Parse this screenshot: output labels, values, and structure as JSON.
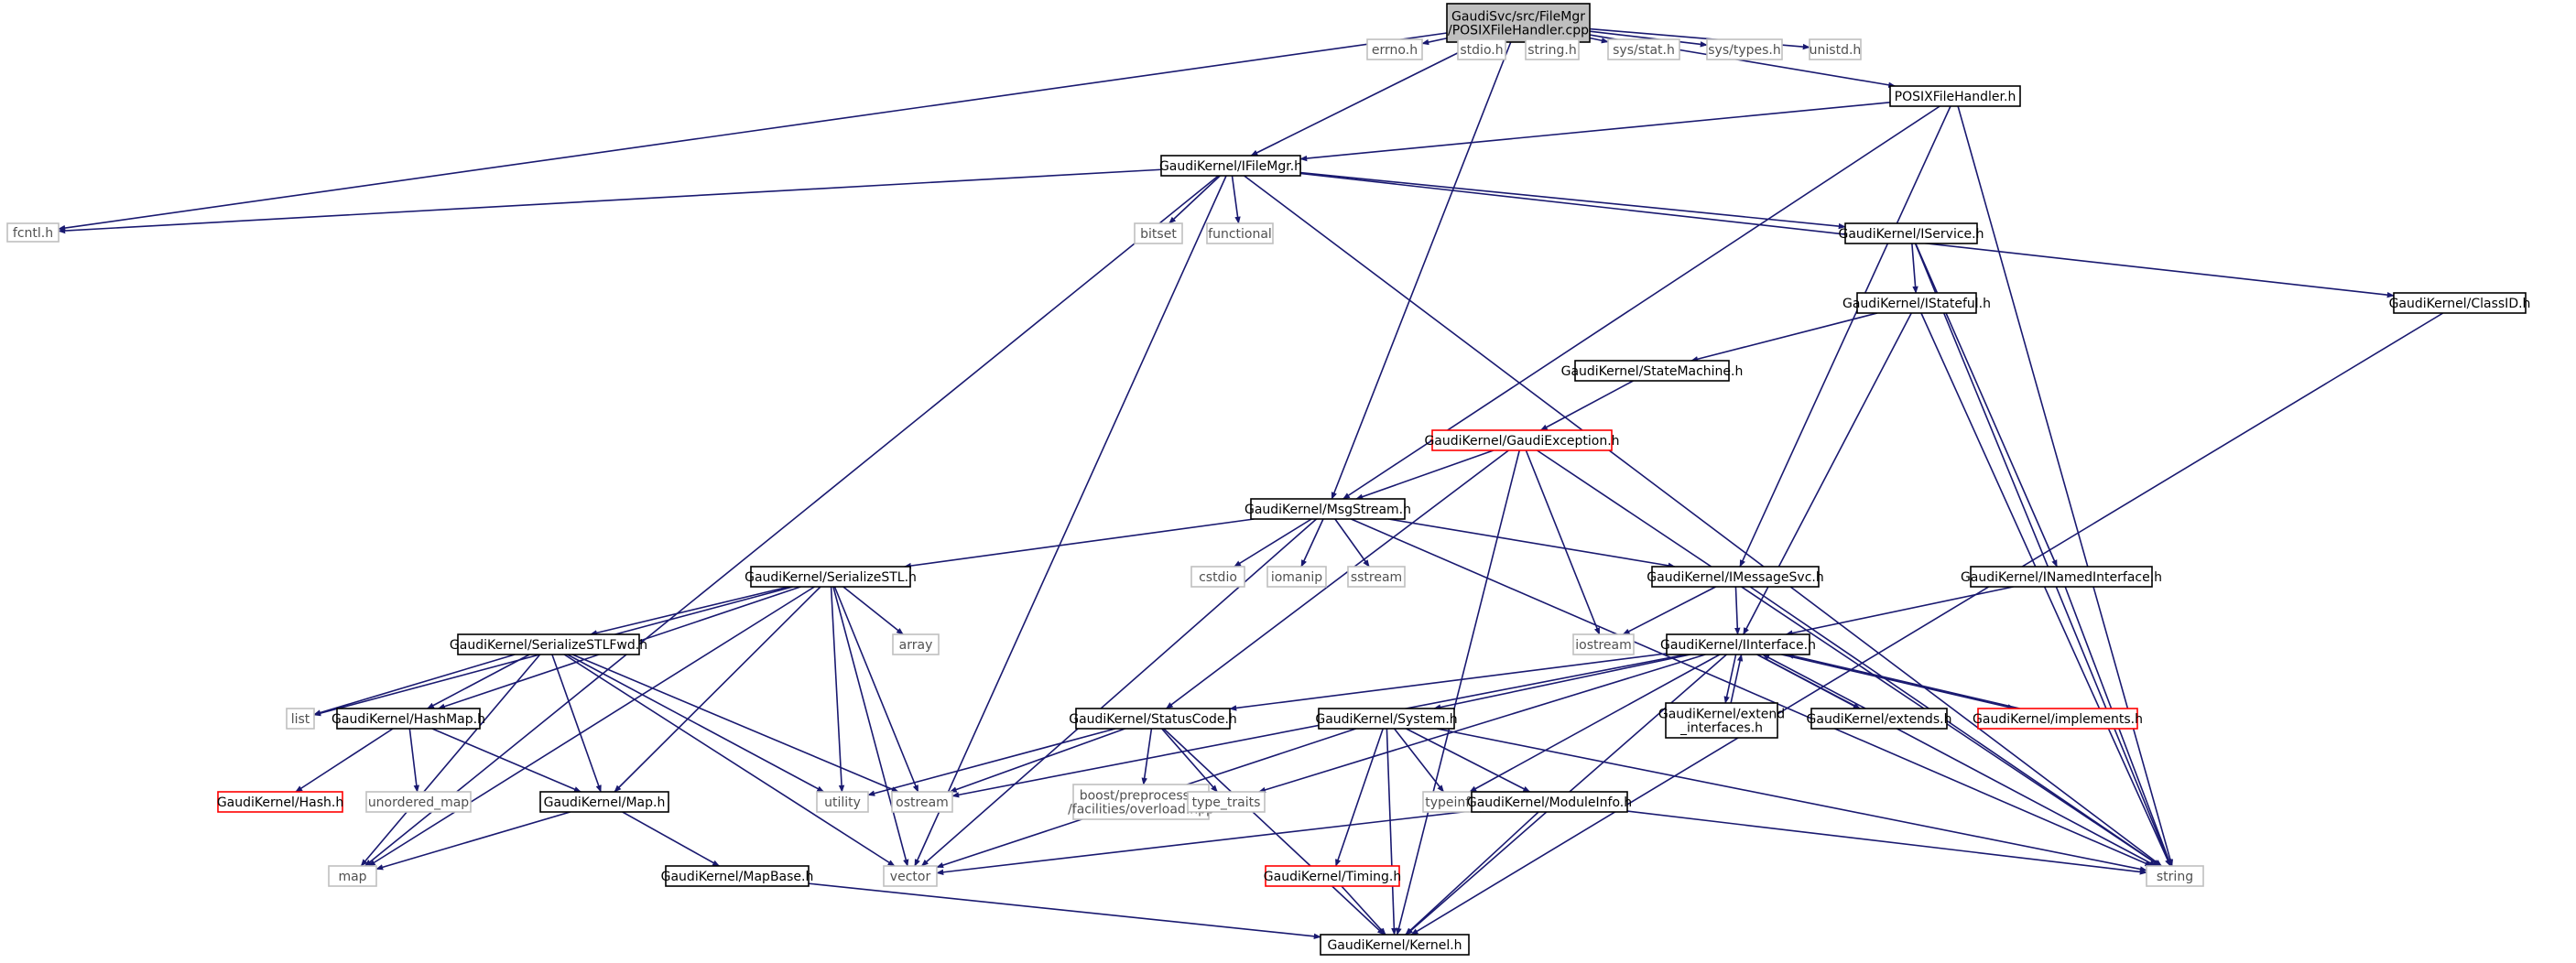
{
  "diagram": {
    "nodes": [
      {
        "id": "root",
        "label": [
          "GaudiSvc/src/FileMgr",
          "/POSIXFileHandler.cpp"
        ],
        "kind": "root"
      },
      {
        "id": "fcntl",
        "label": [
          "fcntl.h"
        ],
        "kind": "sys"
      },
      {
        "id": "ifilemgr",
        "label": [
          "GaudiKernel/IFileMgr.h"
        ],
        "kind": "doc"
      },
      {
        "id": "msgstream",
        "label": [
          "GaudiKernel/MsgStream.h"
        ],
        "kind": "doc"
      },
      {
        "id": "errno",
        "label": [
          "errno.h"
        ],
        "kind": "sys"
      },
      {
        "id": "stdio",
        "label": [
          "stdio.h"
        ],
        "kind": "sys"
      },
      {
        "id": "stringh",
        "label": [
          "string.h"
        ],
        "kind": "sys"
      },
      {
        "id": "sysstat",
        "label": [
          "sys/stat.h"
        ],
        "kind": "sys"
      },
      {
        "id": "systypes",
        "label": [
          "sys/types.h"
        ],
        "kind": "sys"
      },
      {
        "id": "unistd",
        "label": [
          "unistd.h"
        ],
        "kind": "sys"
      },
      {
        "id": "posixh",
        "label": [
          "POSIXFileHandler.h"
        ],
        "kind": "doc"
      },
      {
        "id": "bitset",
        "label": [
          "bitset"
        ],
        "kind": "sys"
      },
      {
        "id": "functional",
        "label": [
          "functional"
        ],
        "kind": "sys"
      },
      {
        "id": "iservice",
        "label": [
          "GaudiKernel/IService.h"
        ],
        "kind": "doc"
      },
      {
        "id": "classid",
        "label": [
          "GaudiKernel/ClassID.h"
        ],
        "kind": "doc"
      },
      {
        "id": "istateful",
        "label": [
          "GaudiKernel/IStateful.h"
        ],
        "kind": "doc"
      },
      {
        "id": "statemachine",
        "label": [
          "GaudiKernel/StateMachine.h"
        ],
        "kind": "doc"
      },
      {
        "id": "gaudiexception",
        "label": [
          "GaudiKernel/GaudiException.h"
        ],
        "kind": "red"
      },
      {
        "id": "serializestl",
        "label": [
          "GaudiKernel/SerializeSTL.h"
        ],
        "kind": "doc"
      },
      {
        "id": "cstdio",
        "label": [
          "cstdio"
        ],
        "kind": "sys"
      },
      {
        "id": "iomanip",
        "label": [
          "iomanip"
        ],
        "kind": "sys"
      },
      {
        "id": "sstream",
        "label": [
          "sstream"
        ],
        "kind": "sys"
      },
      {
        "id": "imessagesvc",
        "label": [
          "GaudiKernel/IMessageSvc.h"
        ],
        "kind": "doc"
      },
      {
        "id": "inamedinterface",
        "label": [
          "GaudiKernel/INamedInterface.h"
        ],
        "kind": "doc"
      },
      {
        "id": "array",
        "label": [
          "array"
        ],
        "kind": "sys"
      },
      {
        "id": "serializestlfwd",
        "label": [
          "GaudiKernel/SerializeSTLFwd.h"
        ],
        "kind": "doc"
      },
      {
        "id": "iostream",
        "label": [
          "iostream"
        ],
        "kind": "sys"
      },
      {
        "id": "iinterface",
        "label": [
          "GaudiKernel/IInterface.h"
        ],
        "kind": "doc"
      },
      {
        "id": "list",
        "label": [
          "list"
        ],
        "kind": "sys"
      },
      {
        "id": "hashmap",
        "label": [
          "GaudiKernel/HashMap.h"
        ],
        "kind": "doc"
      },
      {
        "id": "statuscode",
        "label": [
          "GaudiKernel/StatusCode.h"
        ],
        "kind": "doc"
      },
      {
        "id": "system",
        "label": [
          "GaudiKernel/System.h"
        ],
        "kind": "doc"
      },
      {
        "id": "extendif",
        "label": [
          "GaudiKernel/extend",
          "_interfaces.h"
        ],
        "kind": "doc"
      },
      {
        "id": "extends",
        "label": [
          "GaudiKernel/extends.h"
        ],
        "kind": "doc"
      },
      {
        "id": "implements",
        "label": [
          "GaudiKernel/implements.h"
        ],
        "kind": "red"
      },
      {
        "id": "hash",
        "label": [
          "GaudiKernel/Hash.h"
        ],
        "kind": "red"
      },
      {
        "id": "unorderedmap",
        "label": [
          "unordered_map"
        ],
        "kind": "sys"
      },
      {
        "id": "utility",
        "label": [
          "utility"
        ],
        "kind": "sys"
      },
      {
        "id": "ostream",
        "label": [
          "ostream"
        ],
        "kind": "sys"
      },
      {
        "id": "boostpp",
        "label": [
          "boost/preprocessor",
          "/facilities/overload.hpp"
        ],
        "kind": "sys"
      },
      {
        "id": "typetraits",
        "label": [
          "type_traits"
        ],
        "kind": "sys"
      },
      {
        "id": "typeinfo",
        "label": [
          "typeinfo"
        ],
        "kind": "sys"
      },
      {
        "id": "maph",
        "label": [
          "GaudiKernel/Map.h"
        ],
        "kind": "doc"
      },
      {
        "id": "moduleinfo",
        "label": [
          "GaudiKernel/ModuleInfo.h"
        ],
        "kind": "doc"
      },
      {
        "id": "map",
        "label": [
          "map"
        ],
        "kind": "sys"
      },
      {
        "id": "vector",
        "label": [
          "vector"
        ],
        "kind": "sys"
      },
      {
        "id": "string",
        "label": [
          "string"
        ],
        "kind": "sys"
      },
      {
        "id": "timing",
        "label": [
          "GaudiKernel/Timing.h"
        ],
        "kind": "red"
      },
      {
        "id": "mapbase",
        "label": [
          "GaudiKernel/MapBase.h"
        ],
        "kind": "doc"
      },
      {
        "id": "kernel",
        "label": [
          "GaudiKernel/Kernel.h"
        ],
        "kind": "doc"
      }
    ],
    "colors": {
      "edge": "#191970",
      "root_fill": "#bfbfbf",
      "system_border": "#bfbfbf",
      "red_border": "#ff0000"
    }
  }
}
